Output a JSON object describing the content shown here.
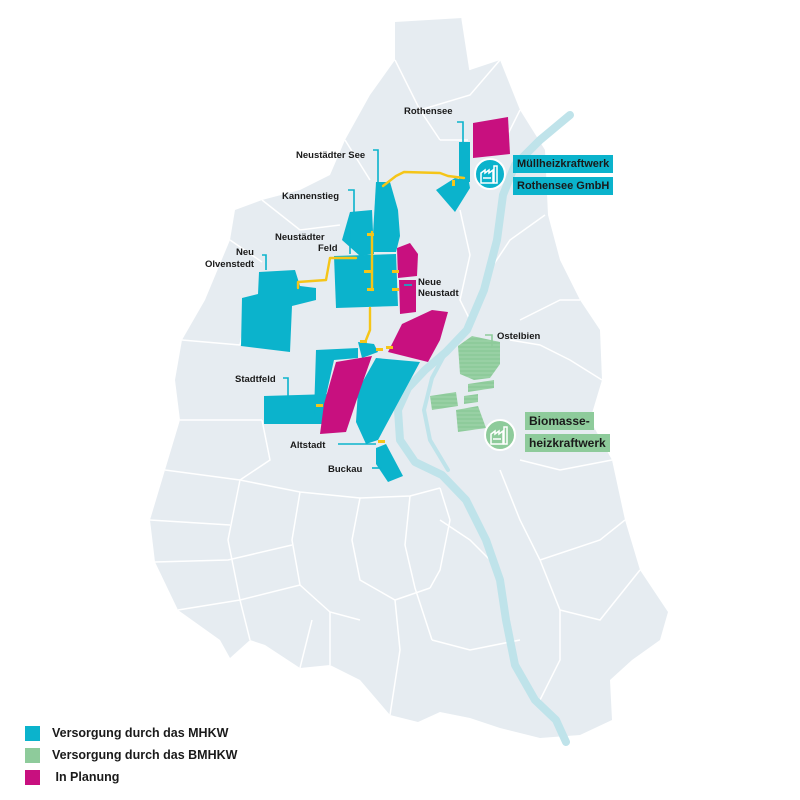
{
  "colors": {
    "mhkw": "#0bb3cc",
    "bmhkw": "#8ecb9b",
    "planung": "#c8107f",
    "city": "#e6ecf1",
    "river": "#bfe3ea",
    "pipeline": "#f5c518",
    "district_border": "#ffffff"
  },
  "districts": {
    "rothensee": "Rothensee",
    "neustaedter_see": "Neustädter See",
    "kannenstieg": "Kannenstieg",
    "neustaedter_feld_1": "Neustädter",
    "neustaedter_feld_2": "Feld",
    "neu_olvenstedt_1": "Neu",
    "neu_olvenstedt_2": "Olvenstedt",
    "neue_neustadt_1": "Neue",
    "neue_neustadt_2": "Neustadt",
    "ostelbien": "Ostelbien",
    "stadtfeld": "Stadtfeld",
    "altstadt": "Altstadt",
    "buckau": "Buckau"
  },
  "plants": {
    "mhkw": {
      "line1": "Müllheizkraftwerk",
      "line2": "Rothensee GmbH",
      "icon": "factory-icon"
    },
    "bmhkw": {
      "line1": "Biomasse-",
      "line2": "heizkraftwerk",
      "icon": "factory-icon"
    }
  },
  "legend": [
    {
      "label": "Versorgung durch das MHKW",
      "color": "#0bb3cc"
    },
    {
      "label": "Versorgung durch das BMHKW",
      "color": "#8ecb9b"
    },
    {
      "label": " In Planung",
      "color": "#c8107f"
    }
  ]
}
